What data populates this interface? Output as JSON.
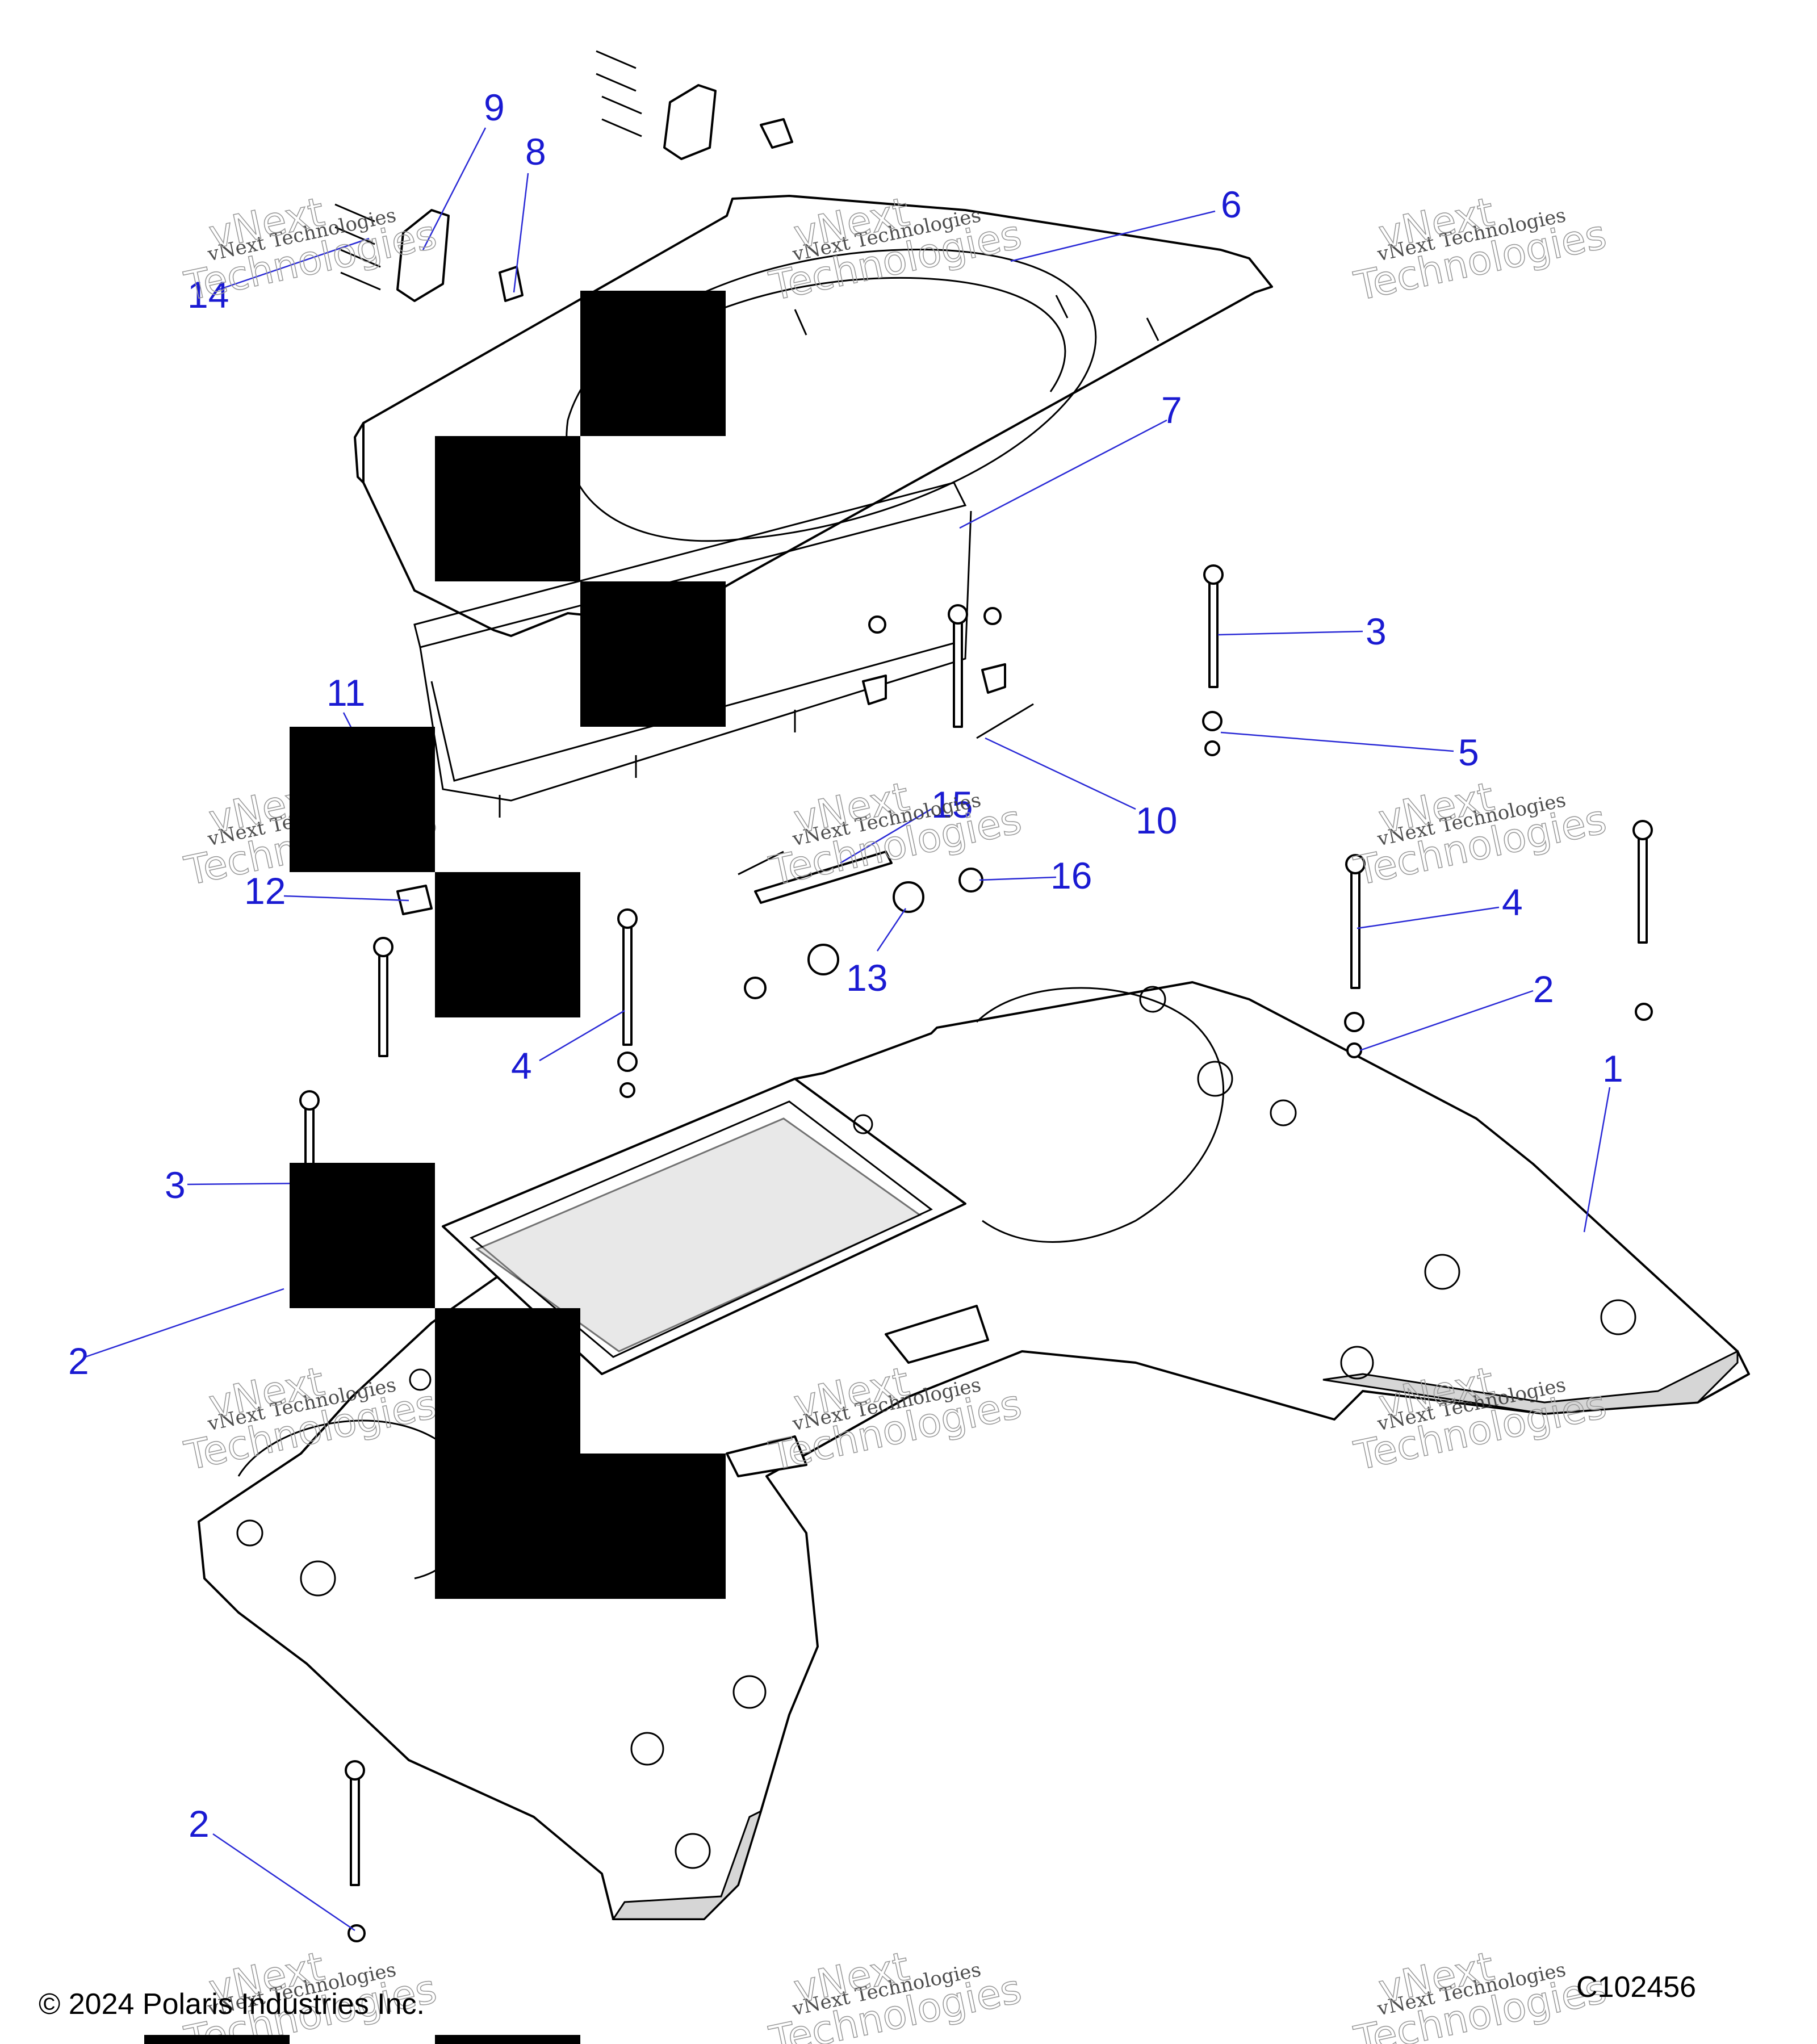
{
  "callouts": [
    "1",
    "2",
    "2",
    "2",
    "3",
    "3",
    "4",
    "4",
    "5",
    "6",
    "7",
    "8",
    "9",
    "10",
    "11",
    "12",
    "13",
    "14",
    "15",
    "16"
  ],
  "watermark": {
    "line1": "vNext Technologies",
    "line2": "vNext",
    "line3": "Technologies"
  },
  "footer": {
    "copyright": "© 2024 Polaris Industries Inc.",
    "code": "C102456"
  }
}
